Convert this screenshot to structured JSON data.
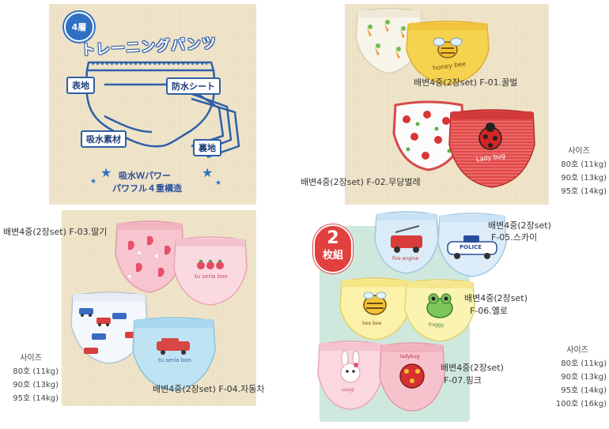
{
  "diagram": {
    "layer_badge": "4層",
    "title": "トレーニングパンツ",
    "outer_label": "表地",
    "waterproof_label": "防水シート",
    "absorbent_label": "吸水素材",
    "lining_label": "裏地",
    "slogan_line1": "吸水Ｗパワー",
    "slogan_line2": "パワフル４重構造"
  },
  "products": {
    "p01": "배변4중(2장set) F-01.꿀벌",
    "p02": "배변4중(2장set) F-02.무당벌레",
    "p03": "배변4중(2장set) F-03.딸기",
    "p04": "배변4중(2장set) F-04.자동차",
    "p05_line1": "배변4중(2장set)",
    "p05_line2": "F-05.스카이",
    "p06_line1": "배변4중(2장set)",
    "p06_line2": "F-06.옐로",
    "p07_line1": "배변4중(2장set)",
    "p07_line2": "F-07.핑크"
  },
  "print_text": {
    "honey_bee": "honey bee",
    "lady_bug": "Lady bug",
    "fire_engine": "Fire engine",
    "police": "POLICE",
    "frog": "froggy",
    "ladybug2": "ladybug",
    "tutu": "tu seria bon",
    "bee2": "bee bee",
    "usagi": "usagi"
  },
  "set_badge": {
    "number": "2",
    "label": "枚組"
  },
  "sizes_a": {
    "title": "사이즈",
    "rows": [
      "80호 (11kg)",
      "90호 (13kg)",
      "95호 (14kg)"
    ]
  },
  "sizes_b": {
    "title": "사이즈",
    "rows": [
      "80호 (11kg)",
      "90호 (13kg)",
      "95호 (14kg)"
    ]
  },
  "sizes_c": {
    "title": "사이즈",
    "rows": [
      "80호 (11kg)",
      "90호 (13kg)",
      "95호 (14kg)",
      "100호 (16kg)"
    ]
  },
  "colors": {
    "diagram_blue": "#2f5fa8",
    "linen": "#efe4c8",
    "mint_bg": "#cfe8de",
    "badge_red": "#e0413f"
  }
}
